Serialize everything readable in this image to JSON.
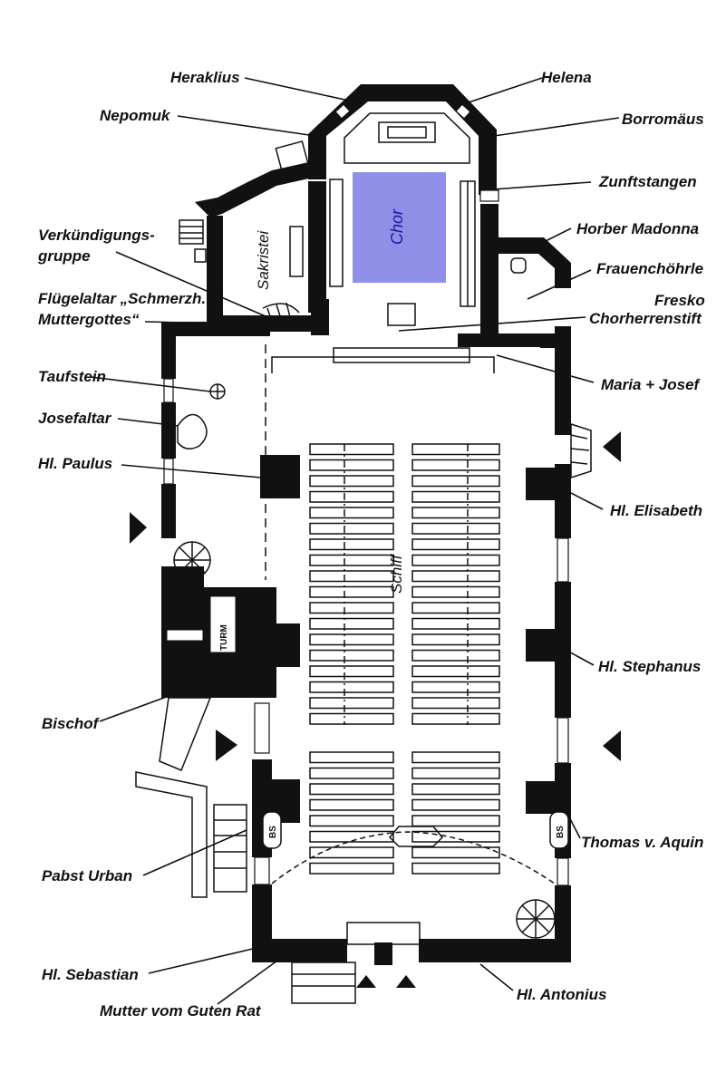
{
  "colors": {
    "chor_fill": "#8f8fe8",
    "chor_text": "#1a1aa0",
    "ink": "#111111"
  },
  "rooms": {
    "chor": "Chor",
    "sakristei": "Sakristei",
    "schiff": "Schiff",
    "turm": "TURM",
    "bs": "BS"
  },
  "labels": {
    "heraklius": "Heraklius",
    "helena": "Helena",
    "nepomuk": "Nepomuk",
    "borromaeus": "Borromäus",
    "zunftstangen": "Zunftstangen",
    "verkuendigung_1": "Verkündigungs-",
    "verkuendigung_2": "gruppe",
    "horber_madonna": "Horber Madonna",
    "frauenchoehrle": "Frauenchöhrle",
    "fluegelaltar_1": "Flügelaltar „Schmerzh.",
    "fluegelaltar_2": "Muttergottes“",
    "fresko_1": "Fresko",
    "fresko_2": "Chorherrenstift",
    "taufstein": "Taufstein",
    "maria_josef": "Maria + Josef",
    "josefaltar": "Josefaltar",
    "paulus": "Hl. Paulus",
    "elisabeth": "Hl. Elisabeth",
    "stephanus": "Hl. Stephanus",
    "bischof": "Bischof",
    "thomas": "Thomas v. Aquin",
    "urban": "Pabst Urban",
    "sebastian": "Hl. Sebastian",
    "antonius": "Hl. Antonius",
    "mutter": "Mutter vom Guten Rat"
  }
}
